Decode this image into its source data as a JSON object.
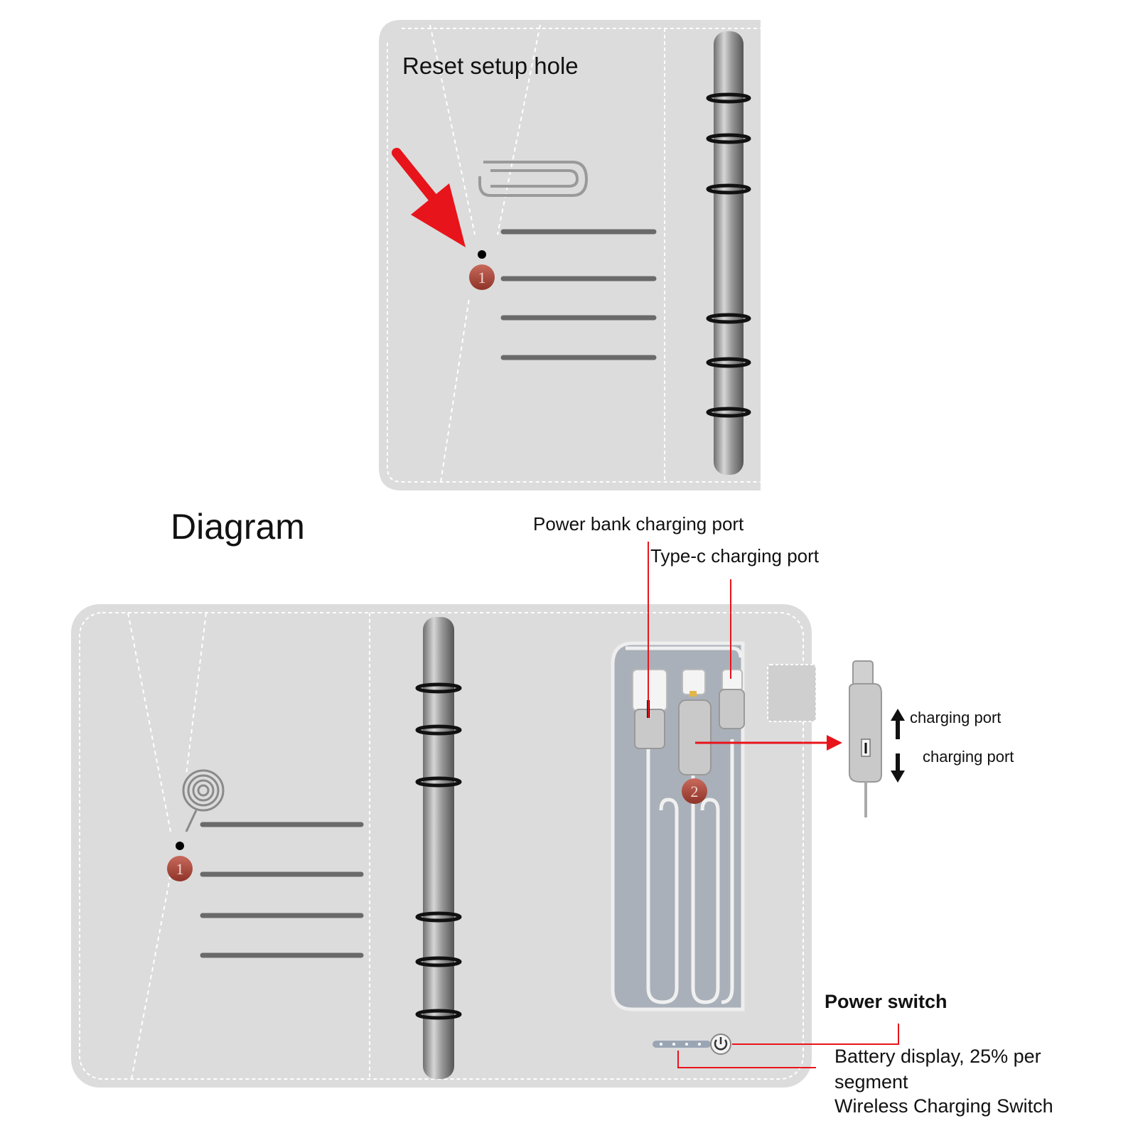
{
  "top_panel": {
    "reset_label": "Reset setup hole",
    "marker_1": "1"
  },
  "diagram": {
    "title": "Diagram",
    "marker_1": "1",
    "marker_2": "2",
    "power_bank_port": "Power bank charging port",
    "typec_port": "Type-c charging port",
    "charging_port_up": "charging port",
    "charging_port_down": "charging port",
    "power_switch": "Power switch",
    "battery_display": "Battery display, 25% per segment",
    "wireless_switch": "Wireless Charging Switch"
  },
  "colors": {
    "panel": "#dcdcdc",
    "accent": "#e8141b",
    "marker": "#b04a3e",
    "ring": "#111111"
  }
}
